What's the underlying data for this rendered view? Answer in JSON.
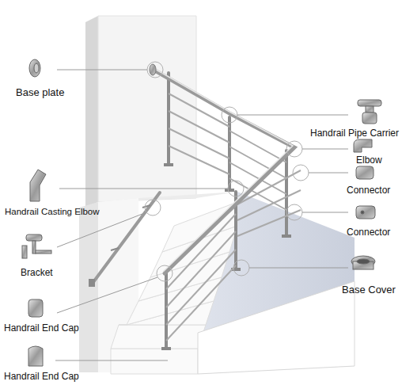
{
  "diagram": {
    "labels": [
      "Base plate",
      "Handrail Pipe Carrier",
      "Elbow",
      "Connector",
      "Handrail Casting Elbow",
      "Connector",
      "Bracket",
      "Base Cover",
      "Handrail End Cap",
      "Handrail End Cap"
    ]
  }
}
